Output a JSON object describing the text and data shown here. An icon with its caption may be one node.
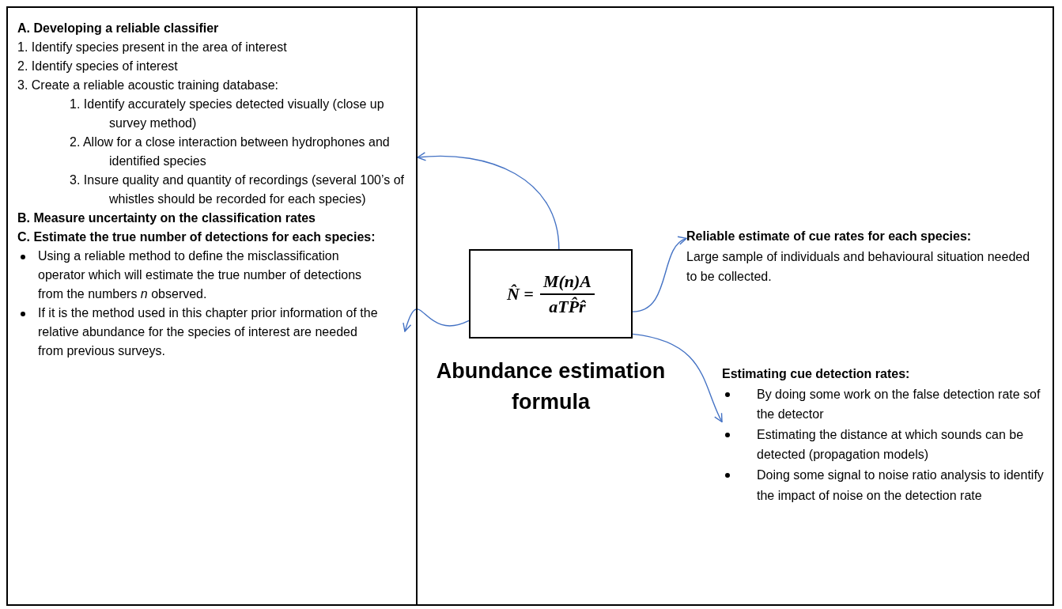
{
  "diagram": {
    "nodes": [
      {
        "text": [
          "A. Developing a reliable classifier",
          "1. Identify species present in the area of interest",
          "2. Identify species of interest",
          "3. Create a reliable acoustic training database:",
          "1. Identify accurately species detected visually (close up survey method)",
          "2. Allow for a close interaction between hydrophones and identified species",
          "3. Insure quality and quantity of recordings (several 100’s of whistles should be recorded for each species)",
          "B. Measure uncertainty on the classification rates"
        ]
      },
      {
        "text": [
          "C. Estimate the true number of detections for each species:",
          "Using a reliable method to define the misclassification operator which will estimate the true number of detections from the numbers *n* observed.",
          "If it is the method used in this chapter prior information of the relative abundance for the species of interest are needed from previous surveys."
        ],
        "in": 0
      },
      {
        "text": [
          "N̂ =",
          "M(n)A",
          "aTP̂r̂"
        ],
        "beside": [
          "Abundance estimation formula"
        ]
      },
      {
        "text": [
          "Reliable estimate of cue rates for each species:",
          "Large sample of individuals and behavioural situation needed to be collected."
        ]
      },
      {
        "text": [
          "Estimating cue detection rates:",
          "By doing some work on the false detection rate sof the detector",
          "Estimating the distance at which sounds can be detected (propagation models)",
          "Doing some signal to noise ratio analysis to identify the impact of noise on the detection rate"
        ]
      }
    ],
    "edges": [
      {
        "from": 2,
        "to": 0,
        "arrow": "to"
      },
      {
        "from": 2,
        "to": 1,
        "arrow": "to"
      },
      {
        "from": 2,
        "to": 3,
        "arrow": "to"
      },
      {
        "from": 2,
        "to": 4,
        "arrow": "to"
      }
    ]
  }
}
